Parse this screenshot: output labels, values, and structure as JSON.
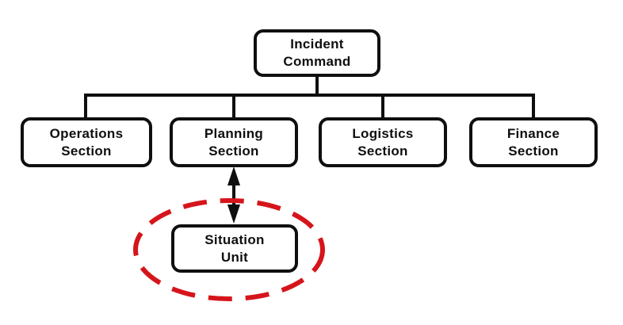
{
  "diagram": {
    "type": "org-chart",
    "subject": "Incident Command System structure with Situation Unit highlighted",
    "nodes": {
      "incident_command": {
        "line1": "Incident",
        "line2": "Command"
      },
      "operations": {
        "line1": "Operations",
        "line2": "Section"
      },
      "planning": {
        "line1": "Planning",
        "line2": "Section"
      },
      "logistics": {
        "line1": "Logistics",
        "line2": "Section"
      },
      "finance": {
        "line1": "Finance",
        "line2": "Section"
      },
      "situation_unit": {
        "line1": "Situation",
        "line2": "Unit"
      }
    },
    "edges": [
      {
        "from": "incident_command",
        "to": "operations",
        "style": "elbow"
      },
      {
        "from": "incident_command",
        "to": "planning",
        "style": "elbow"
      },
      {
        "from": "incident_command",
        "to": "logistics",
        "style": "elbow"
      },
      {
        "from": "incident_command",
        "to": "finance",
        "style": "elbow"
      },
      {
        "from": "planning",
        "to": "situation_unit",
        "style": "double-headed-arrow"
      }
    ],
    "annotation": {
      "shape": "dashed-ellipse",
      "around": "situation_unit",
      "color": "#d5151b"
    },
    "colors": {
      "box_border": "#0f0f0f",
      "connector": "#0f0f0f",
      "text": "#0f0f0f",
      "highlight_red": "#d5151b",
      "background": "#ffffff"
    }
  }
}
